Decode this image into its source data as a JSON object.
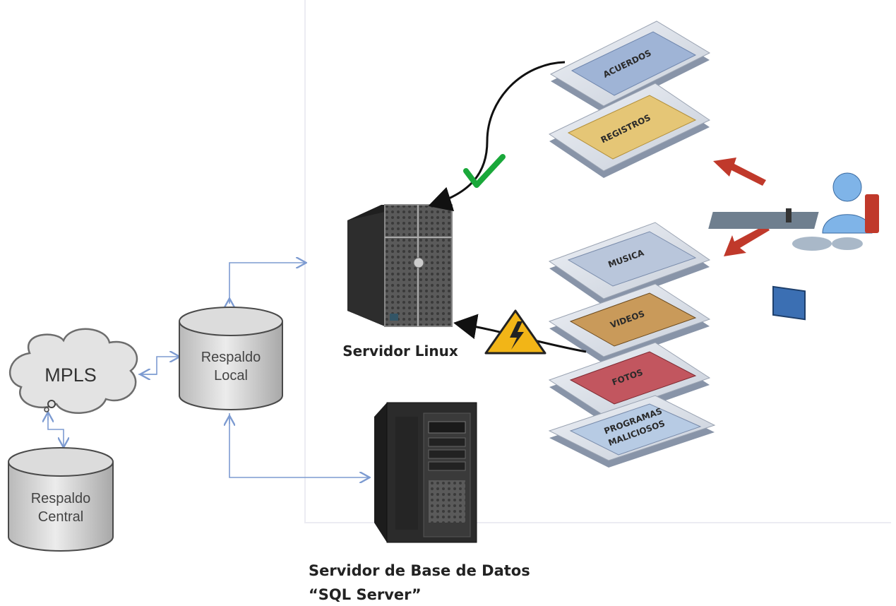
{
  "nodes": {
    "mpls": "MPLS",
    "respaldo_local": [
      "Respaldo",
      "Local"
    ],
    "respaldo_central": [
      "Respaldo",
      "Central"
    ],
    "servidor_linux": "Servidor Linux",
    "servidor_sql": [
      "Servidor de Base de Datos",
      "“SQL Server”"
    ]
  },
  "allowed_folders": [
    "ACUERDOS",
    "REGISTROS"
  ],
  "blocked_folders": [
    "MUSICA",
    "VIDEOS",
    "FOTOS",
    [
      "PROGRAMAS",
      "MALICIOSOS"
    ]
  ],
  "icons": {
    "allowed": "green-check-icon",
    "blocked": "warning-lightning-icon",
    "user": "user-workstation-icon"
  },
  "colors": {
    "connector": "#7d9bd1",
    "request_arrow": "#c0392b",
    "check": "#1aa83a",
    "warning": "#f2b517"
  }
}
